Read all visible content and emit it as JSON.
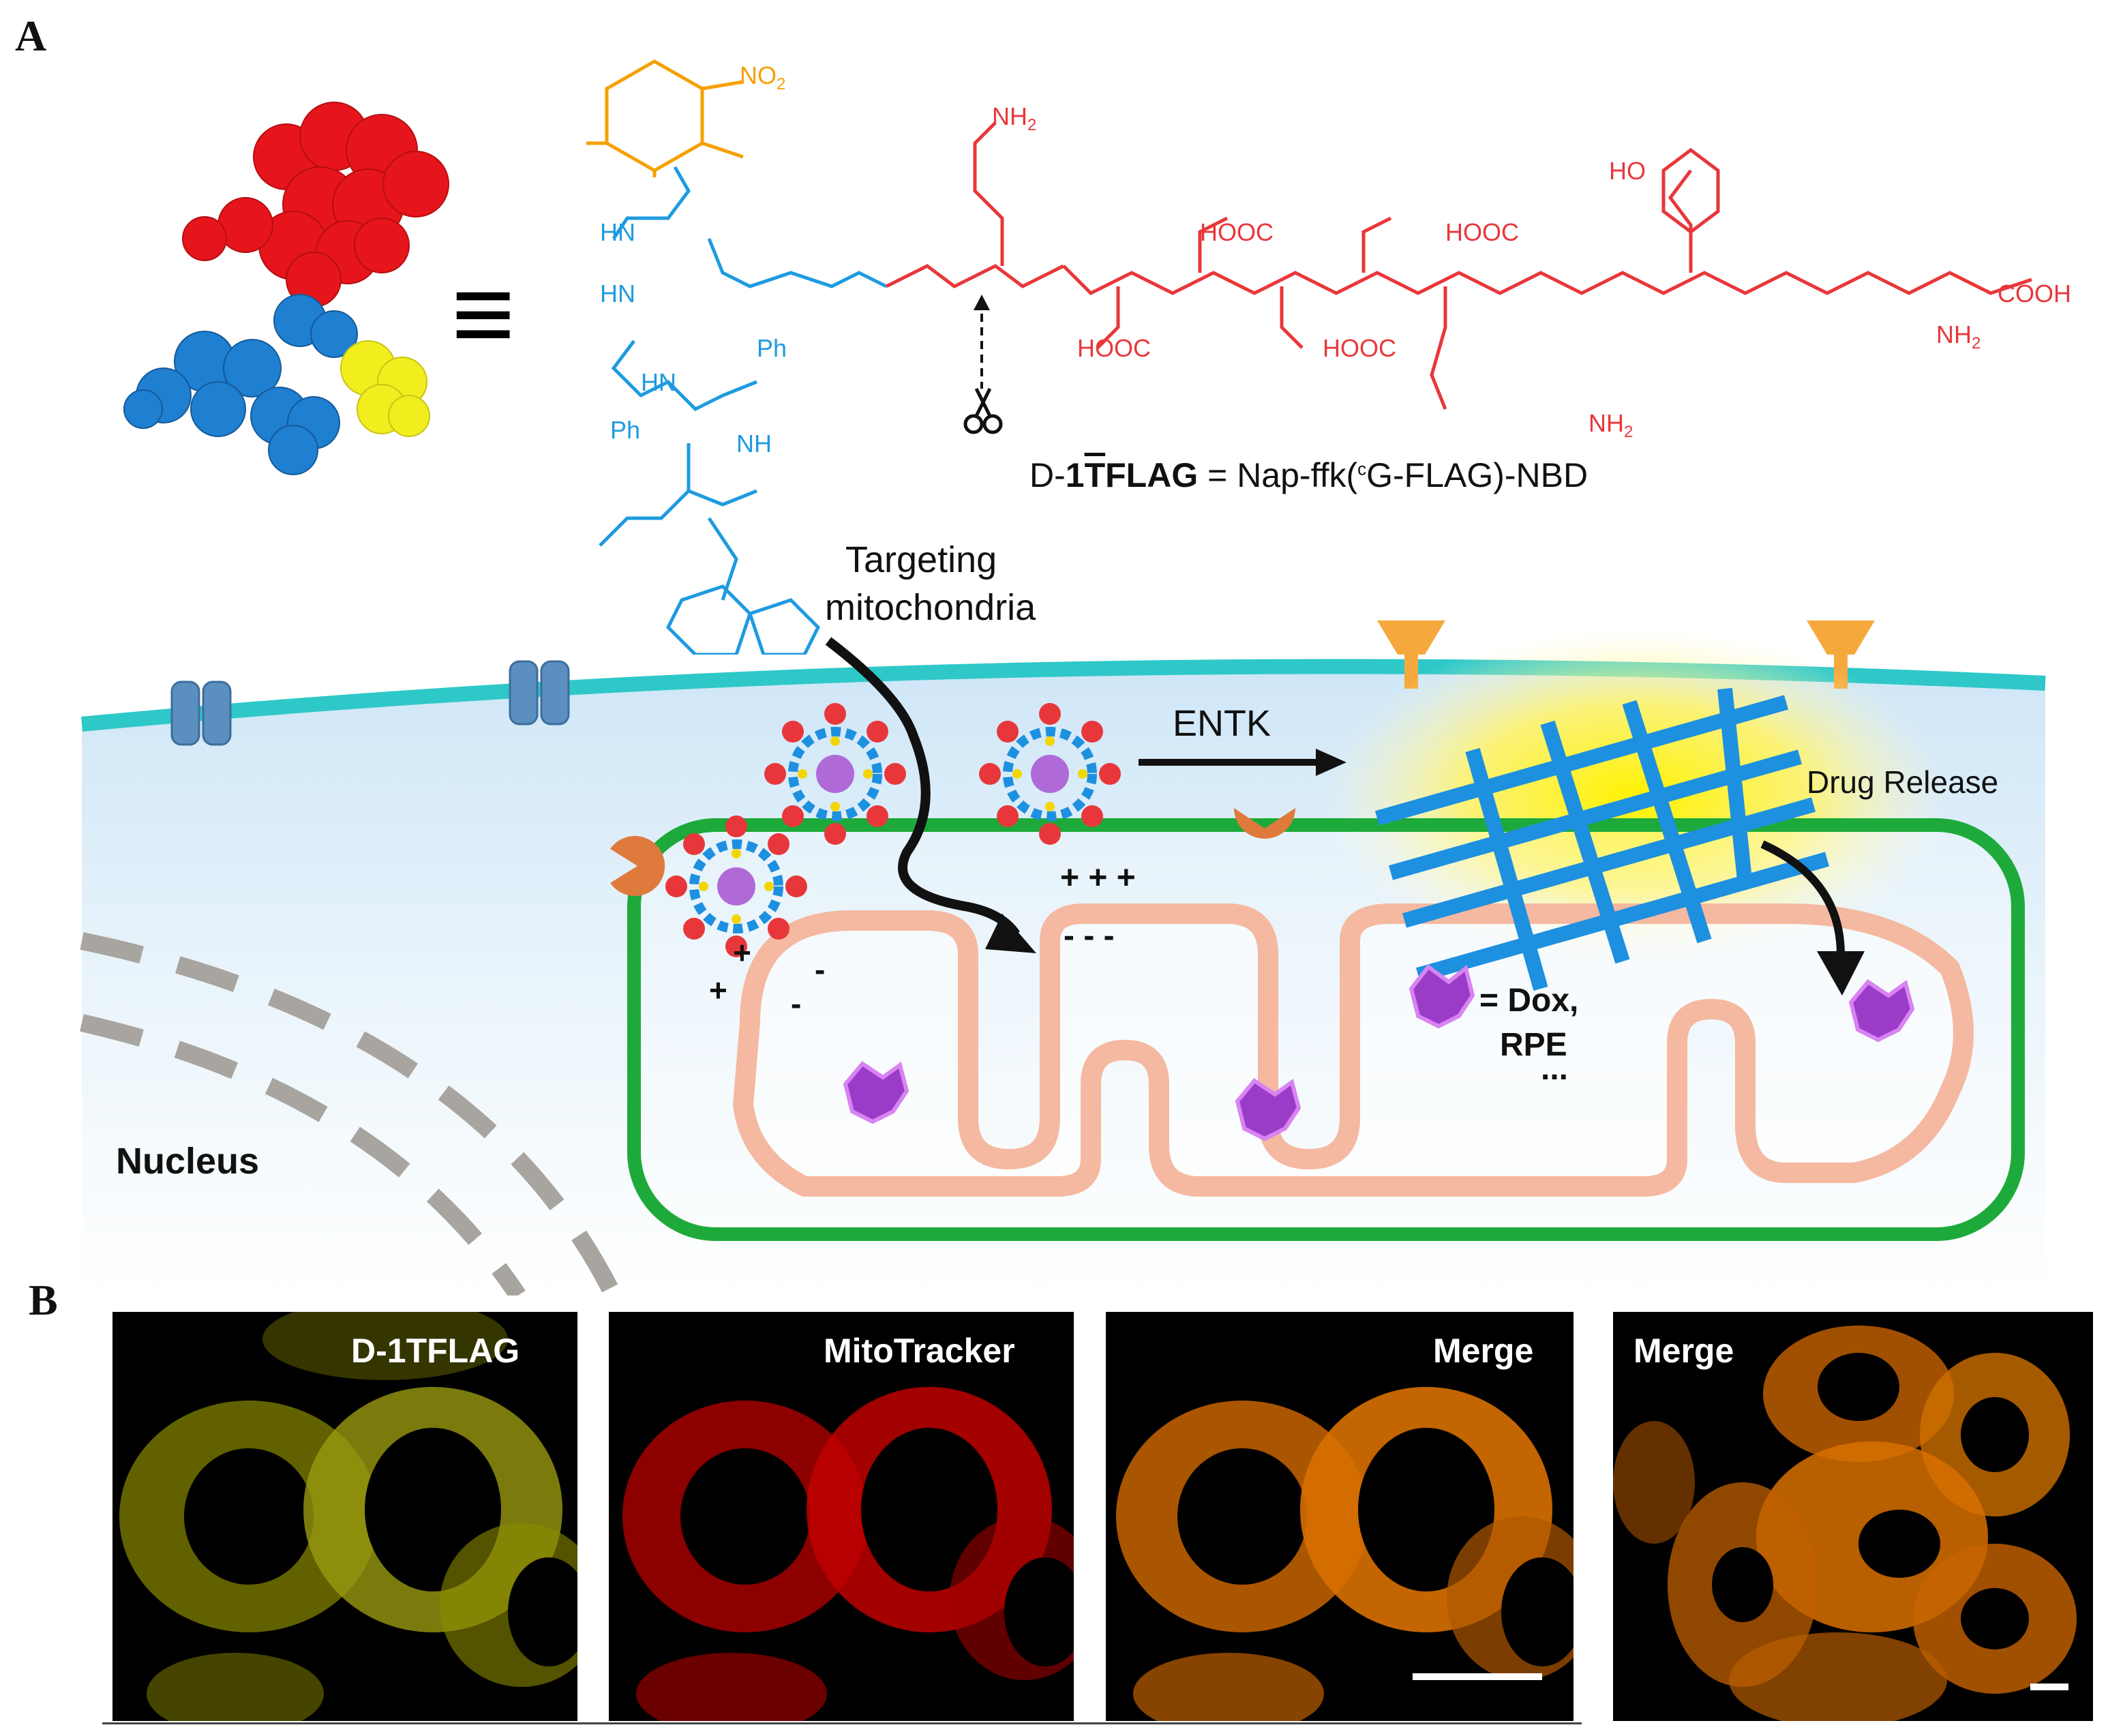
{
  "panels": {
    "a_letter": "A",
    "b_letter": "B"
  },
  "chem": {
    "nbd_no2": "NO",
    "nbd_no2_sub": "2",
    "nh2_top": "NH",
    "nh2_top_sub": "2",
    "ho": "HO",
    "hn_1": "HN",
    "hn_2": "HN",
    "hn_3": "HN",
    "nh_1": "NH",
    "n_h": "N",
    "h": "H",
    "ph_1": "Ph",
    "ph_2": "Ph",
    "o": "O",
    "hooc_1": "HOOC",
    "hooc_2": "HOOC",
    "hooc_3": "HOOC",
    "hooc_4": "HOOC",
    "cooh": "COOH",
    "nh2_mid_sub": "2",
    "nh2_bottom": "NH",
    "nh2_right": "NH"
  },
  "formula": {
    "prefix": "D-",
    "bold": "1",
    "bar_t": "T",
    "flag": "FLAG",
    "rest": " = Nap-ffk(",
    "sup": "c",
    "tail": "G-FLAG)-NBD"
  },
  "equiv_symbol": "≡",
  "labels": {
    "targeting": "Targeting",
    "mitochondria": "mitochondria",
    "entk": "ENTK",
    "drug_release": "Drug Release",
    "nucleus": "Nucleus",
    "dox": "= Dox,",
    "rpe": "RPE",
    "ellipsis": "...",
    "plus_row": "+ + +",
    "minus_row": "- - -",
    "plus": "+",
    "minus": "-"
  },
  "micrographs": [
    {
      "label": "D-1TFLAG",
      "channel": "yellow"
    },
    {
      "label": "MitoTracker",
      "channel": "red"
    },
    {
      "label": "Merge",
      "channel": "merge"
    },
    {
      "label": "Merge",
      "channel": "merge"
    }
  ],
  "colors": {
    "nbd": "#f5a000",
    "peptide_core": "#1e9be0",
    "flag": "#e8373a",
    "membrane": "#2ec8c8",
    "mito_outer": "#1daa3a",
    "mito_inner": "#f4b9a0",
    "fiber": "#1e90e0",
    "drug": "#9b3cc8",
    "enzyme": "#e07a3c"
  }
}
